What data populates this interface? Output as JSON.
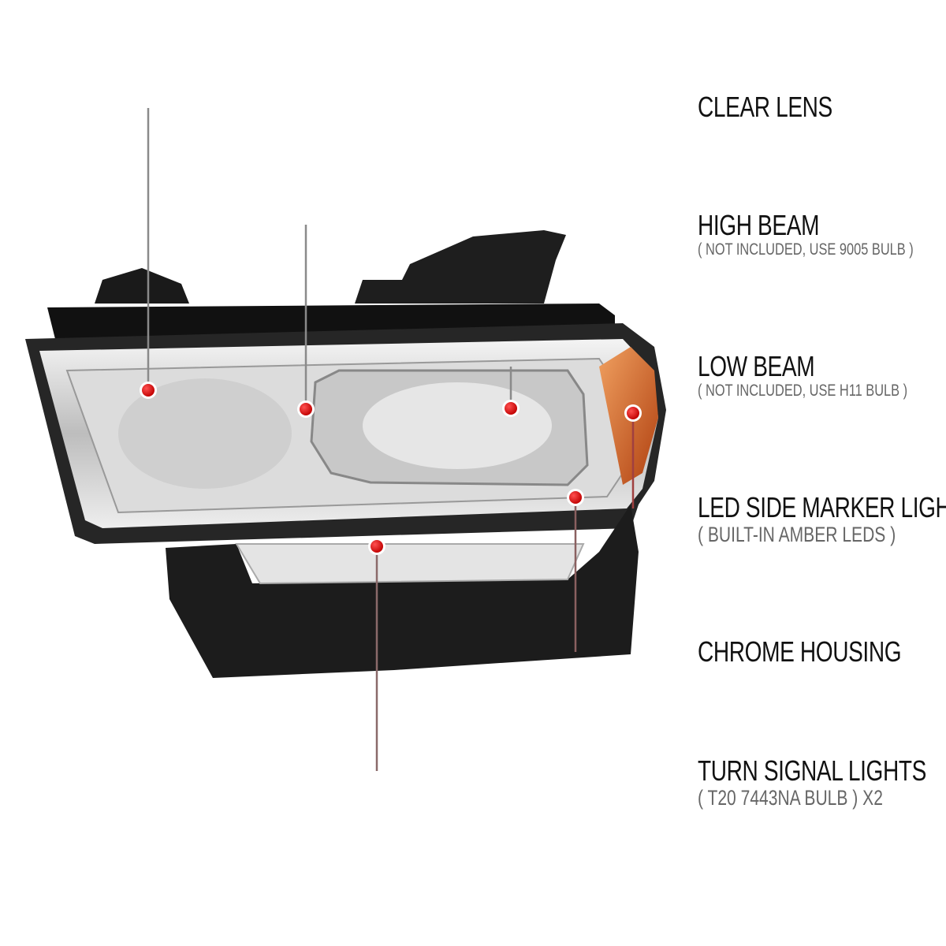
{
  "colors": {
    "leader_start": "#8a8a8a",
    "leader_end": "#d0021b",
    "dot": "#e00000",
    "title_text": "#111111",
    "sub_text": "#666666"
  },
  "callouts": [
    {
      "title": "CLEAR LENS",
      "note": ""
    },
    {
      "title": "HIGH BEAM",
      "note": "( NOT INCLUDED, USE  9005  BULB )"
    },
    {
      "title": "LOW BEAM",
      "note": "( NOT INCLUDED, USE  H11  BULB )"
    },
    {
      "title": "LED SIDE MARKER LIGHT",
      "note": "( BUILT-IN AMBER LEDS )"
    },
    {
      "title": "CHROME HOUSING",
      "note": ""
    },
    {
      "title": "TURN SIGNAL LIGHTS",
      "note": "( T20  7443NA  BULB ) X2"
    }
  ]
}
